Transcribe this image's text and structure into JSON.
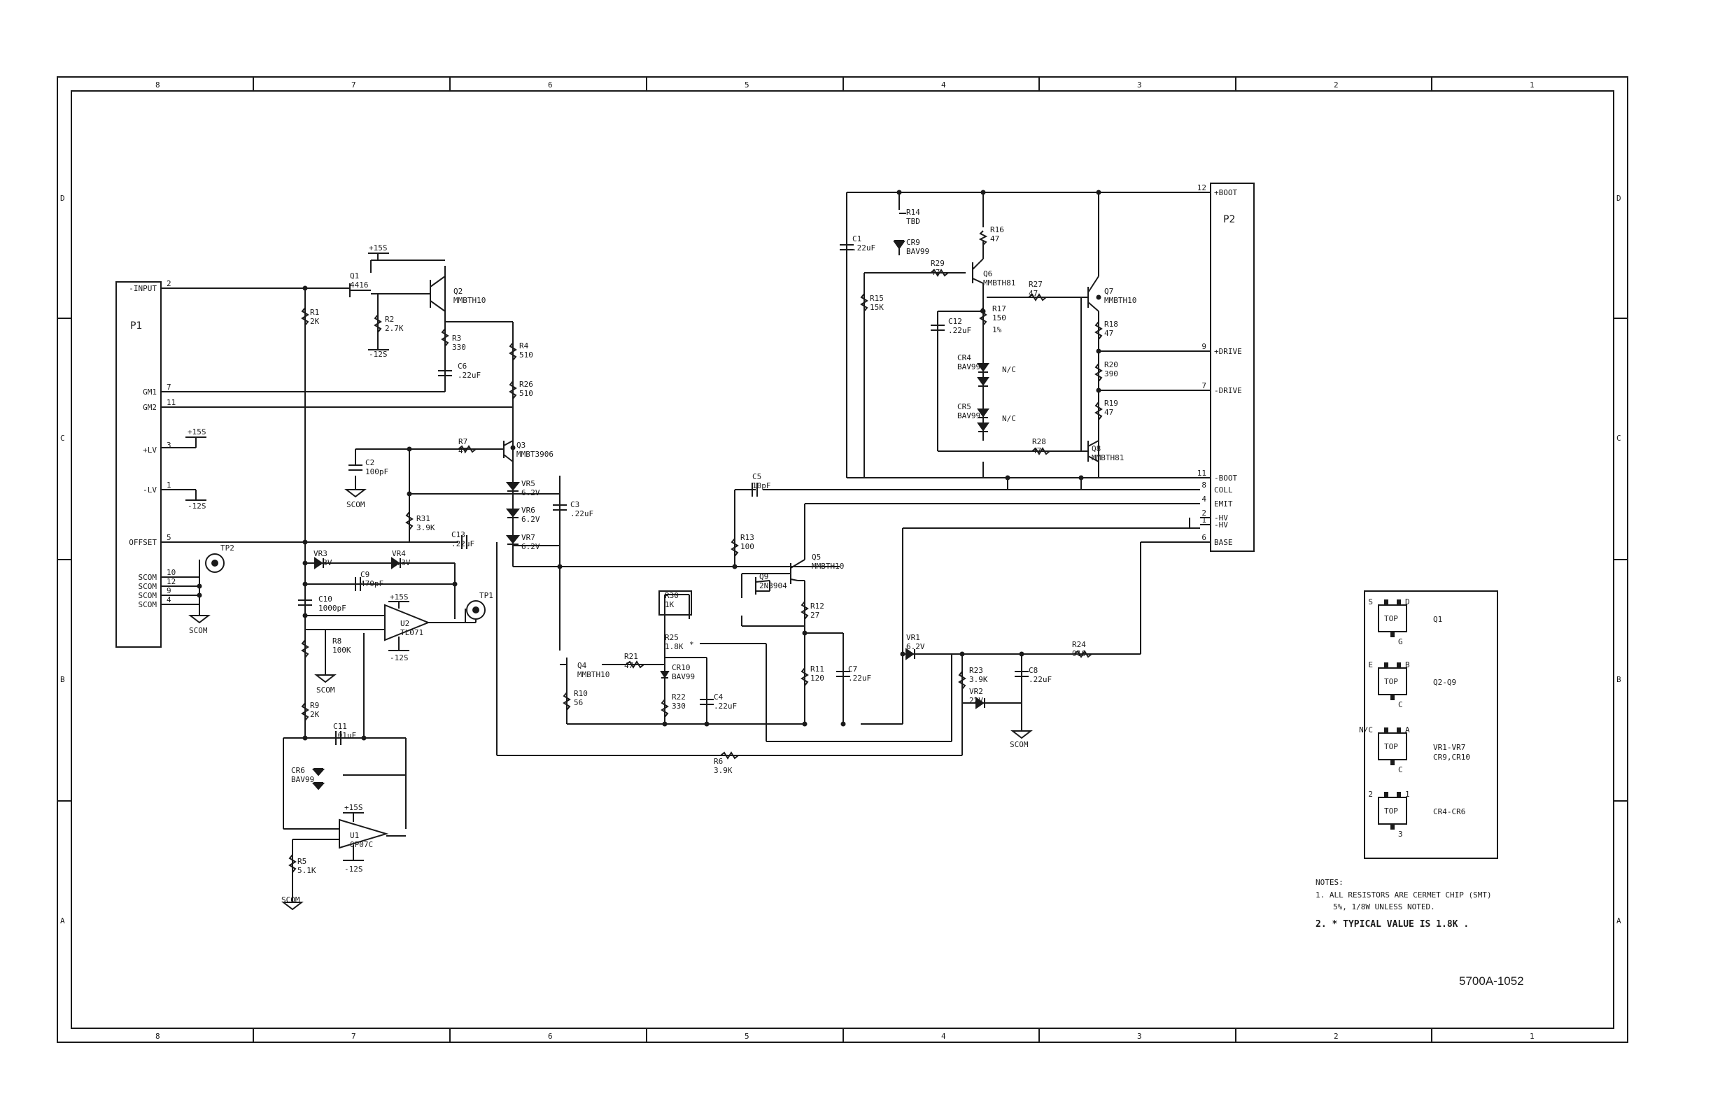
{
  "border": {
    "columns": [
      "8",
      "7",
      "6",
      "5",
      "4",
      "3",
      "2",
      "1"
    ],
    "rows": [
      "D",
      "C",
      "B",
      "A"
    ]
  },
  "connectors": {
    "p1": {
      "name": "P1",
      "pins": [
        {
          "label": "-INPUT",
          "num": "2"
        },
        {
          "label": "GM1",
          "num": "7"
        },
        {
          "label": "GM2",
          "num": "11"
        },
        {
          "label": "+LV",
          "num": "3"
        },
        {
          "label": "-LV",
          "num": "1"
        },
        {
          "label": "OFFSET",
          "num": "5"
        },
        {
          "label": "SCOM",
          "num": "10"
        },
        {
          "label": "SCOM",
          "num": "12"
        },
        {
          "label": "SCOM",
          "num": "9"
        },
        {
          "label": "SCOM",
          "num": "4"
        }
      ]
    },
    "p2": {
      "name": "P2",
      "pins": [
        {
          "label": "+BOOT",
          "num": "12"
        },
        {
          "label": "+DRIVE",
          "num": "9"
        },
        {
          "label": "-DRIVE",
          "num": "7"
        },
        {
          "label": "-BOOT",
          "num": "11"
        },
        {
          "label": "COLL",
          "num": "8"
        },
        {
          "label": "EMIT",
          "num": "4"
        },
        {
          "label": "-HV",
          "num": "2"
        },
        {
          "label": "-HV",
          "num": "1"
        },
        {
          "label": "BASE",
          "num": "6"
        }
      ]
    }
  },
  "test_points": [
    "TP2",
    "TP1"
  ],
  "supplies": {
    "pos": "+15S",
    "neg": "-12S",
    "gnd": "SCOM"
  },
  "components": [
    {
      "ref": "Q1",
      "value": "4416"
    },
    {
      "ref": "Q2",
      "value": "MMBTH10"
    },
    {
      "ref": "R1",
      "value": "2K"
    },
    {
      "ref": "R2",
      "value": "2.7K"
    },
    {
      "ref": "R3",
      "value": "330"
    },
    {
      "ref": "C6",
      "value": ".22uF"
    },
    {
      "ref": "R4",
      "value": "510"
    },
    {
      "ref": "R26",
      "value": "510"
    },
    {
      "ref": "R7",
      "value": "47"
    },
    {
      "ref": "Q3",
      "value": "MMBT3906"
    },
    {
      "ref": "C2",
      "value": "100pF"
    },
    {
      "ref": "VR5",
      "value": "6.2V"
    },
    {
      "ref": "VR6",
      "value": "6.2V"
    },
    {
      "ref": "VR7",
      "value": "6.2V"
    },
    {
      "ref": "C3",
      "value": ".22uF"
    },
    {
      "ref": "R31",
      "value": "3.9K"
    },
    {
      "ref": "C13",
      "value": ".22uF"
    },
    {
      "ref": "VR3",
      "value": "3.3V"
    },
    {
      "ref": "VR4",
      "value": "3.3V"
    },
    {
      "ref": "C9",
      "value": "470pF"
    },
    {
      "ref": "C10",
      "value": "1000pF"
    },
    {
      "ref": "R8",
      "value": "100K"
    },
    {
      "ref": "U2",
      "value": "TL071"
    },
    {
      "ref": "R9",
      "value": "2K"
    },
    {
      "ref": "C11",
      "value": ".01uF"
    },
    {
      "ref": "CR6",
      "value": "BAV99"
    },
    {
      "ref": "U1",
      "value": "OP07C"
    },
    {
      "ref": "R5",
      "value": "5.1K"
    },
    {
      "ref": "Q4",
      "value": "MMBTH10"
    },
    {
      "ref": "R21",
      "value": "47"
    },
    {
      "ref": "R10",
      "value": "56"
    },
    {
      "ref": "R30",
      "value": "1K"
    },
    {
      "ref": "R25",
      "value": "1.8K"
    },
    {
      "ref": "CR10",
      "value": "BAV99"
    },
    {
      "ref": "R22",
      "value": "330"
    },
    {
      "ref": "C4",
      "value": ".22uF"
    },
    {
      "ref": "R6",
      "value": "3.9K"
    },
    {
      "ref": "C5",
      "value": "10pF"
    },
    {
      "ref": "R13",
      "value": "100"
    },
    {
      "ref": "Q5",
      "value": "MMBTH10"
    },
    {
      "ref": "Q9",
      "value": "2N3904"
    },
    {
      "ref": "R12",
      "value": "27"
    },
    {
      "ref": "R11",
      "value": "120"
    },
    {
      "ref": "C7",
      "value": ".22uF"
    },
    {
      "ref": "VR1",
      "value": "6.2V"
    },
    {
      "ref": "R23",
      "value": "3.9K"
    },
    {
      "ref": "VR2",
      "value": "22V"
    },
    {
      "ref": "C8",
      "value": ".22uF"
    },
    {
      "ref": "R24",
      "value": "910"
    },
    {
      "ref": "C1",
      "value": ".22uF"
    },
    {
      "ref": "R14",
      "value": "TBD"
    },
    {
      "ref": "CR9",
      "value": "BAV99"
    },
    {
      "ref": "R15",
      "value": "15K"
    },
    {
      "ref": "R29",
      "value": "47"
    },
    {
      "ref": "R16",
      "value": "47"
    },
    {
      "ref": "Q6",
      "value": "MMBTH81"
    },
    {
      "ref": "C12",
      "value": ".22uF"
    },
    {
      "ref": "R17",
      "value": "150"
    },
    {
      "ref": "CR4",
      "value": "BAV99"
    },
    {
      "ref": "CR5",
      "value": "BAV99"
    },
    {
      "ref": "R27",
      "value": "47"
    },
    {
      "ref": "Q7",
      "value": "MMBTH10"
    },
    {
      "ref": "R18",
      "value": "47"
    },
    {
      "ref": "R20",
      "value": "390"
    },
    {
      "ref": "R19",
      "value": "47"
    },
    {
      "ref": "R28",
      "value": "47"
    },
    {
      "ref": "Q8",
      "value": "MMBTH81"
    }
  ],
  "extra_labels": {
    "r17_tol": "1%",
    "nc": "N/C",
    "r25_mark": "*"
  },
  "legend": {
    "q1_pins": [
      "S",
      "D",
      "G"
    ],
    "q1_label": "Q1",
    "q2q9_pins": [
      "E",
      "B",
      "C"
    ],
    "q2q9_label": "Q2-Q9",
    "vr_pins": [
      "N/C",
      "A",
      "C"
    ],
    "vr_label": "VR1-VR7",
    "vr_label2": "CR9,CR10",
    "cr_pins": [
      "2",
      "1",
      "3"
    ],
    "cr_label": "CR4-CR6",
    "top": "TOP"
  },
  "notes": {
    "heading": "NOTES:",
    "line1": "1. ALL RESISTORS ARE CERMET CHIP (SMT)",
    "line2": "5%, 1/8W UNLESS NOTED.",
    "line3": "2. * TYPICAL VALUE IS 1.8K ."
  },
  "drawing_number": "5700A-1052"
}
